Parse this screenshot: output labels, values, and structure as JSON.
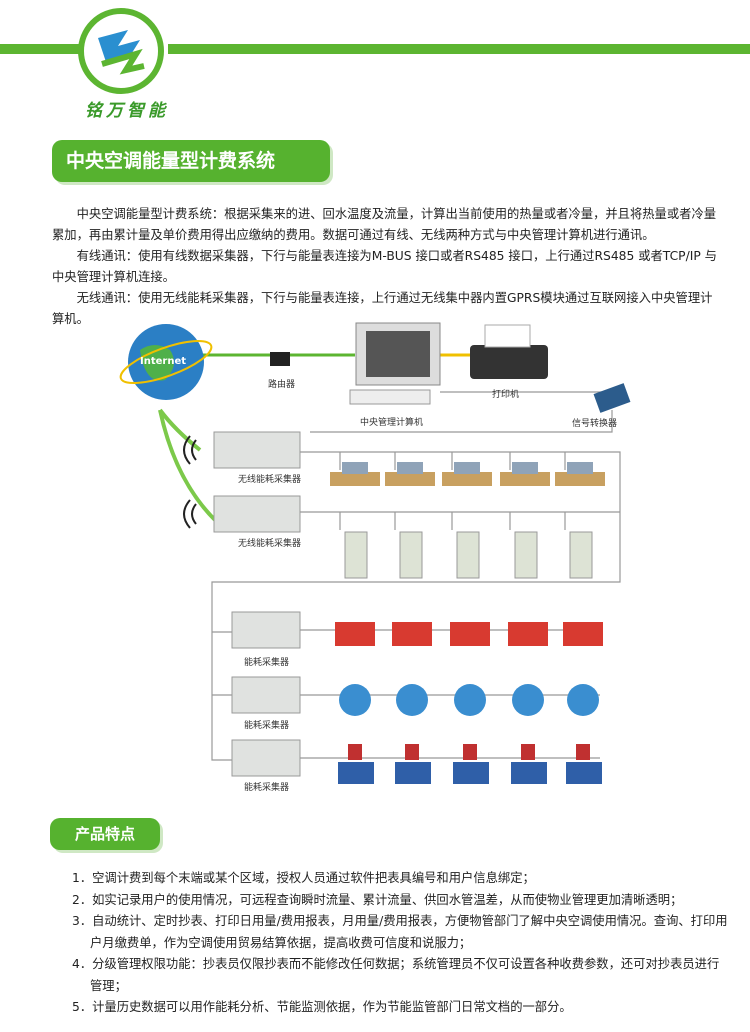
{
  "brand": {
    "name": "铭万智能",
    "accent": "#5cb531"
  },
  "title": "中央空调能量型计费系统",
  "paragraphs": [
    "中央空调能量型计费系统：根据采集来的进、回水温度及流量，计算出当前使用的热量或者冷量，并且将热量或者冷量累加，再由累计量及单价费用得出应缴纳的费用。数据可通过有线、无线两种方式与中央管理计算机进行通讯。",
    "有线通讯：使用有线数据采集器，下行与能量表连接为M-BUS 接口或者RS485 接口，上行通过RS485 或者TCP/IP 与中央管理计算机连接。",
    "无线通讯：使用无线能耗采集器，下行与能量表连接，上行通过无线集中器内置GPRS模块通过互联网接入中央管理计算机。"
  ],
  "diagram": {
    "internet": "Internet",
    "router": "路由器",
    "computer": "中央管理计算机",
    "printer": "打印机",
    "converter": "信号转换器",
    "wireless_collector": "无线能耗采集器",
    "wired_collector": "能耗采集器"
  },
  "features_title": "产品特点",
  "features": [
    "1．空调计费到每个末端或某个区域，授权人员通过软件把表具编号和用户信息绑定；",
    "2．如实记录用户的使用情况，可远程查询瞬时流量、累计流量、供回水管温差，从而使物业管理更加清晰透明；",
    "3．自动统计、定时抄表、打印日用量/费用报表，月用量/费用报表，方便物管部门了解中央空调使用情况。查询、打印用户月缴费单，作为空调使用贸易结算依据，提高收费可信度和说服力；",
    "4．分级管理权限功能：抄表员仅限抄表而不能修改任何数据；系统管理员不仅可设置各种收费参数，还可对抄表员进行管理；",
    "5．计量历史数据可以用作能耗分析、节能监测依据，作为节能监管部门日常文档的一部分。"
  ]
}
